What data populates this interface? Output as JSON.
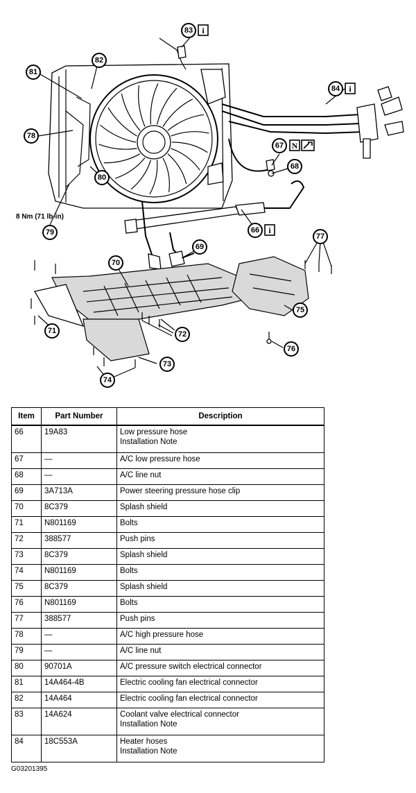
{
  "diagram": {
    "torque_spec": "8 Nm (71 lb-in)",
    "info_marker": "i",
    "n_marker": "N",
    "callouts": {
      "c66": "66",
      "c67": "67",
      "c68": "68",
      "c69": "69",
      "c70": "70",
      "c71": "71",
      "c72": "72",
      "c73": "73",
      "c74": "74",
      "c75": "75",
      "c76": "76",
      "c77": "77",
      "c78": "78",
      "c79": "79",
      "c80": "80",
      "c81": "81",
      "c82": "82",
      "c83": "83",
      "c84": "84"
    }
  },
  "table": {
    "headers": {
      "item": "Item",
      "part_number": "Part Number",
      "description": "Description"
    },
    "rows": [
      {
        "item": "66",
        "part": "19A83",
        "desc": "Low pressure hose",
        "note": "Installation Note"
      },
      {
        "item": "67",
        "part": "—",
        "desc": "A/C low pressure hose"
      },
      {
        "item": "68",
        "part": "—",
        "desc": "A/C line nut"
      },
      {
        "item": "69",
        "part": "3A713A",
        "desc": "Power steering pressure hose clip"
      },
      {
        "item": "70",
        "part": "8C379",
        "desc": "Splash shield"
      },
      {
        "item": "71",
        "part": "N801169",
        "desc": "Bolts"
      },
      {
        "item": "72",
        "part": "388577",
        "desc": "Push pins"
      },
      {
        "item": "73",
        "part": "8C379",
        "desc": "Splash shield"
      },
      {
        "item": "74",
        "part": "N801169",
        "desc": "Bolts"
      },
      {
        "item": "75",
        "part": "8C379",
        "desc": "Splash shield"
      },
      {
        "item": "76",
        "part": "N801169",
        "desc": "Bolts"
      },
      {
        "item": "77",
        "part": "388577",
        "desc": "Push pins"
      },
      {
        "item": "78",
        "part": "—",
        "desc": "A/C high pressure hose"
      },
      {
        "item": "79",
        "part": "—",
        "desc": "A/C line nut"
      },
      {
        "item": "80",
        "part": "90701A",
        "desc": "A/C pressure switch electrical connector"
      },
      {
        "item": "81",
        "part": "14A464-4B",
        "desc": "Electric cooling fan electrical connector"
      },
      {
        "item": "82",
        "part": "14A464",
        "desc": "Electric cooling fan electrical connector"
      },
      {
        "item": "83",
        "part": "14A624",
        "desc": "Coolant valve electrical connector",
        "note": "Installation Note"
      },
      {
        "item": "84",
        "part": "18C553A",
        "desc": "Heater hoses",
        "note": "Installation Note"
      }
    ]
  },
  "figure_id": "G03201395"
}
